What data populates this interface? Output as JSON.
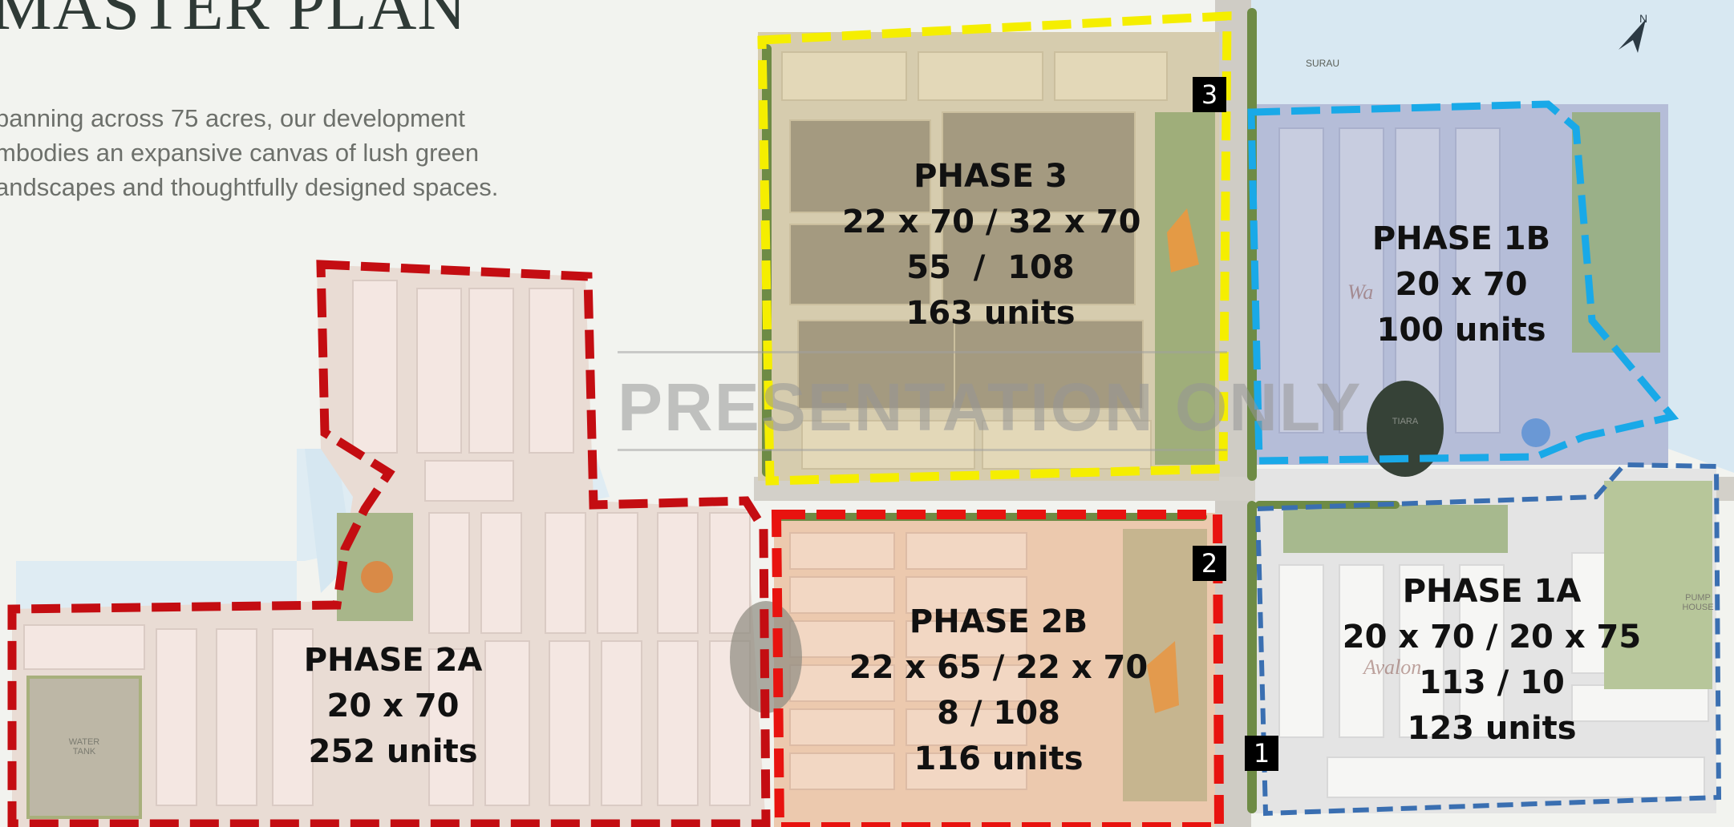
{
  "header": {
    "title": "MASTER PLAN",
    "intro_lines": [
      "panning across 75 acres, our development",
      "mbodies an expansive canvas of lush green",
      "andscapes and thoughtfully designed spaces."
    ]
  },
  "watermark": "PRESENTATION ONLY",
  "colors": {
    "phase3": "#f5ee00",
    "phase1b": "#19a9e8",
    "phase2a": "#c40d12",
    "phase2b": "#e8130f",
    "phase1a": "#3a6fb1"
  },
  "phases": {
    "p3": {
      "name": "PHASE 3",
      "size": "22 x 70 / 32 x 70",
      "split": "55  /  108",
      "units": "163 units"
    },
    "p1b": {
      "name": "PHASE 1B",
      "size": "20 x 70",
      "units": "100 units"
    },
    "p2a": {
      "name": "PHASE 2A",
      "size": "20 x 70",
      "units": "252 units"
    },
    "p2b": {
      "name": "PHASE 2B",
      "size": "22 x 65 / 22 x 70",
      "split": "8 / 108",
      "units": "116 units"
    },
    "p1a": {
      "name": "PHASE 1A",
      "size": "20 x 70 / 20 x 75",
      "split": "113 / 10",
      "units": "123 units"
    }
  },
  "markers": {
    "m3": "3",
    "m2": "2",
    "m1": "1"
  },
  "map_labels": {
    "surau": "SURAU",
    "water_tank_1": "WATER",
    "water_tank_2": "TANK",
    "pump_1": "PUMP",
    "pump_2": "HOUSE",
    "house_tiara": "TIARA",
    "house_avalon": "Avalon",
    "house_wa": "Wa"
  },
  "icons": {
    "north": "north-arrow-icon"
  }
}
